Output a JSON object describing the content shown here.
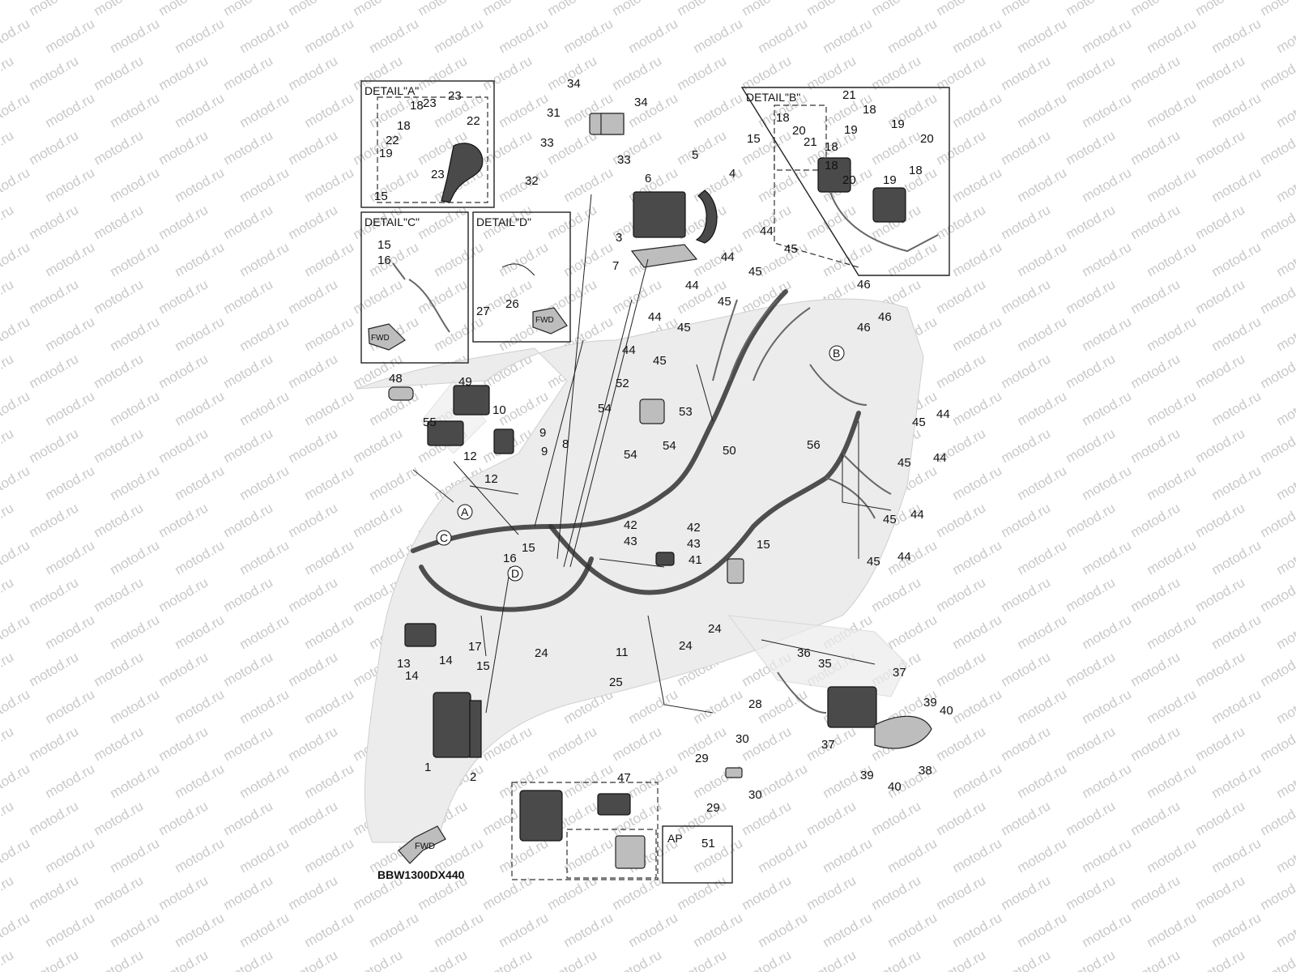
{
  "watermark": "motod.ru",
  "diagram_code": "BBW1300DX440",
  "details": {
    "a": "DETAIL\"A\"",
    "b": "DETAIL\"B\"",
    "c": "DETAIL\"C\"",
    "d": "DETAIL\"D\""
  },
  "circle_refs": {
    "a": "A",
    "b": "B",
    "c": "C",
    "d": "D"
  },
  "ap_label": "AP",
  "fwd_label": "FWD",
  "callouts": [
    {
      "id": "c01",
      "text": "34"
    },
    {
      "id": "c02",
      "text": "34"
    },
    {
      "id": "c03",
      "text": "31"
    },
    {
      "id": "c04",
      "text": "33"
    },
    {
      "id": "c05",
      "text": "33"
    },
    {
      "id": "c06",
      "text": "32"
    },
    {
      "id": "c07",
      "text": "5"
    },
    {
      "id": "c08",
      "text": "6"
    },
    {
      "id": "c09",
      "text": "4"
    },
    {
      "id": "c10",
      "text": "3"
    },
    {
      "id": "c11",
      "text": "7"
    },
    {
      "id": "c12",
      "text": "23"
    },
    {
      "id": "c13",
      "text": "23"
    },
    {
      "id": "c14",
      "text": "18"
    },
    {
      "id": "c15",
      "text": "18"
    },
    {
      "id": "c16",
      "text": "22"
    },
    {
      "id": "c17",
      "text": "22"
    },
    {
      "id": "c18",
      "text": "19"
    },
    {
      "id": "c19",
      "text": "23"
    },
    {
      "id": "c20",
      "text": "15"
    },
    {
      "id": "c21",
      "text": "15"
    },
    {
      "id": "c22",
      "text": "16"
    },
    {
      "id": "c23",
      "text": "26"
    },
    {
      "id": "c24",
      "text": "27"
    },
    {
      "id": "c25",
      "text": "21"
    },
    {
      "id": "c26",
      "text": "18"
    },
    {
      "id": "c27",
      "text": "18"
    },
    {
      "id": "c28",
      "text": "20"
    },
    {
      "id": "c29",
      "text": "21"
    },
    {
      "id": "c30",
      "text": "18"
    },
    {
      "id": "c31",
      "text": "15"
    },
    {
      "id": "c32",
      "text": "19"
    },
    {
      "id": "c33",
      "text": "19"
    },
    {
      "id": "c34",
      "text": "20"
    },
    {
      "id": "c35",
      "text": "18"
    },
    {
      "id": "c36",
      "text": "20"
    },
    {
      "id": "c37",
      "text": "19"
    },
    {
      "id": "c38",
      "text": "18"
    },
    {
      "id": "c39",
      "text": "44"
    },
    {
      "id": "c40",
      "text": "45"
    },
    {
      "id": "c41",
      "text": "44"
    },
    {
      "id": "c42",
      "text": "45"
    },
    {
      "id": "c43",
      "text": "44"
    },
    {
      "id": "c44",
      "text": "45"
    },
    {
      "id": "c45",
      "text": "44"
    },
    {
      "id": "c46",
      "text": "45"
    },
    {
      "id": "c47",
      "text": "44"
    },
    {
      "id": "c48",
      "text": "45"
    },
    {
      "id": "c49",
      "text": "46"
    },
    {
      "id": "c50",
      "text": "46"
    },
    {
      "id": "c51",
      "text": "46"
    },
    {
      "id": "c52",
      "text": "48"
    },
    {
      "id": "c53",
      "text": "49"
    },
    {
      "id": "c54",
      "text": "55"
    },
    {
      "id": "c55",
      "text": "10"
    },
    {
      "id": "c56",
      "text": "9"
    },
    {
      "id": "c57",
      "text": "9"
    },
    {
      "id": "c58",
      "text": "8"
    },
    {
      "id": "c59",
      "text": "12"
    },
    {
      "id": "c60",
      "text": "12"
    },
    {
      "id": "c61",
      "text": "52"
    },
    {
      "id": "c62",
      "text": "53"
    },
    {
      "id": "c63",
      "text": "54"
    },
    {
      "id": "c64",
      "text": "54"
    },
    {
      "id": "c65",
      "text": "54"
    },
    {
      "id": "c66",
      "text": "50"
    },
    {
      "id": "c67",
      "text": "56"
    },
    {
      "id": "c68",
      "text": "44"
    },
    {
      "id": "c69",
      "text": "45"
    },
    {
      "id": "c70",
      "text": "44"
    },
    {
      "id": "c71",
      "text": "45"
    },
    {
      "id": "c72",
      "text": "44"
    },
    {
      "id": "c73",
      "text": "45"
    },
    {
      "id": "c74",
      "text": "44"
    },
    {
      "id": "c75",
      "text": "45"
    },
    {
      "id": "c76",
      "text": "15"
    },
    {
      "id": "c77",
      "text": "16"
    },
    {
      "id": "c78",
      "text": "15"
    },
    {
      "id": "c79",
      "text": "42"
    },
    {
      "id": "c80",
      "text": "42"
    },
    {
      "id": "c81",
      "text": "43"
    },
    {
      "id": "c82",
      "text": "43"
    },
    {
      "id": "c83",
      "text": "41"
    },
    {
      "id": "c84",
      "text": "13"
    },
    {
      "id": "c85",
      "text": "14"
    },
    {
      "id": "c86",
      "text": "14"
    },
    {
      "id": "c87",
      "text": "17"
    },
    {
      "id": "c88",
      "text": "15"
    },
    {
      "id": "c89",
      "text": "24"
    },
    {
      "id": "c90",
      "text": "24"
    },
    {
      "id": "c91",
      "text": "24"
    },
    {
      "id": "c92",
      "text": "11"
    },
    {
      "id": "c93",
      "text": "25"
    },
    {
      "id": "c94",
      "text": "36"
    },
    {
      "id": "c95",
      "text": "35"
    },
    {
      "id": "c96",
      "text": "37"
    },
    {
      "id": "c97",
      "text": "37"
    },
    {
      "id": "c98",
      "text": "39"
    },
    {
      "id": "c99",
      "text": "40"
    },
    {
      "id": "c100",
      "text": "39"
    },
    {
      "id": "c101",
      "text": "40"
    },
    {
      "id": "c102",
      "text": "38"
    },
    {
      "id": "c103",
      "text": "28"
    },
    {
      "id": "c104",
      "text": "30"
    },
    {
      "id": "c105",
      "text": "29"
    },
    {
      "id": "c106",
      "text": "29"
    },
    {
      "id": "c107",
      "text": "30"
    },
    {
      "id": "c108",
      "text": "1"
    },
    {
      "id": "c109",
      "text": "2"
    },
    {
      "id": "c110",
      "text": "47"
    },
    {
      "id": "c111",
      "text": "51"
    }
  ]
}
